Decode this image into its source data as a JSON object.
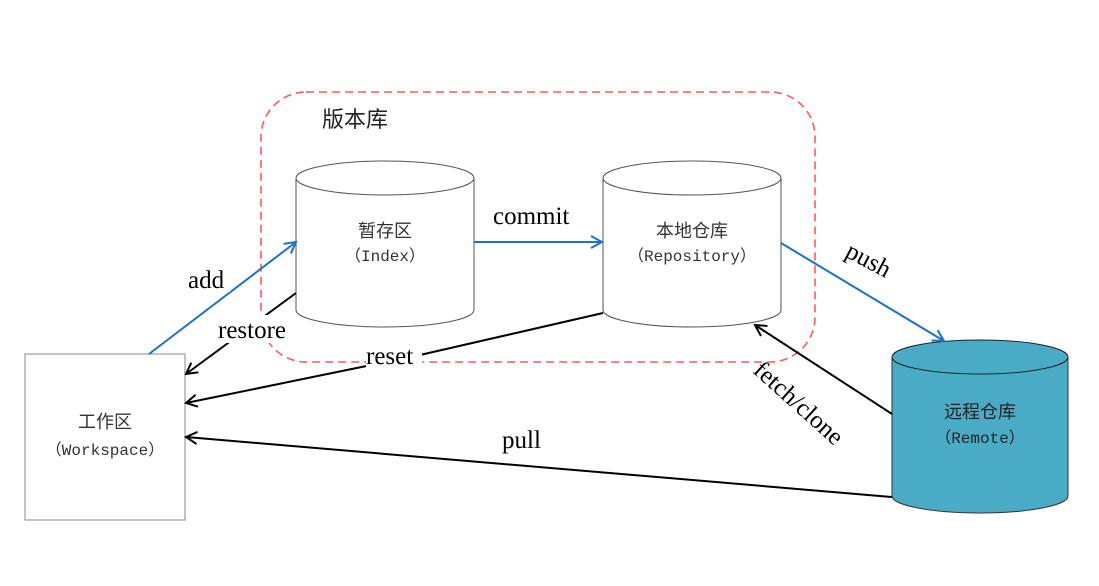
{
  "title": "Git workflow diagram",
  "colors": {
    "blue_arrow": "#1a73c1",
    "black_arrow": "#000000",
    "dashed_border": "#ff5a5a",
    "remote_fill": "#4aabc6",
    "node_stroke": "#555555"
  },
  "group": {
    "label": "版本库"
  },
  "nodes": {
    "workspace": {
      "name": "工作区",
      "sub": "（Workspace）"
    },
    "index": {
      "name": "暂存区",
      "sub": "（Index）"
    },
    "repository": {
      "name": "本地仓库",
      "sub": "（Repository）"
    },
    "remote": {
      "name": "远程仓库",
      "sub": "（Remote）"
    }
  },
  "edges": {
    "add": "add",
    "restore": "restore",
    "commit": "commit",
    "reset": "reset",
    "push": "push",
    "fetch_clone": "fetch/clone",
    "pull": "pull"
  }
}
